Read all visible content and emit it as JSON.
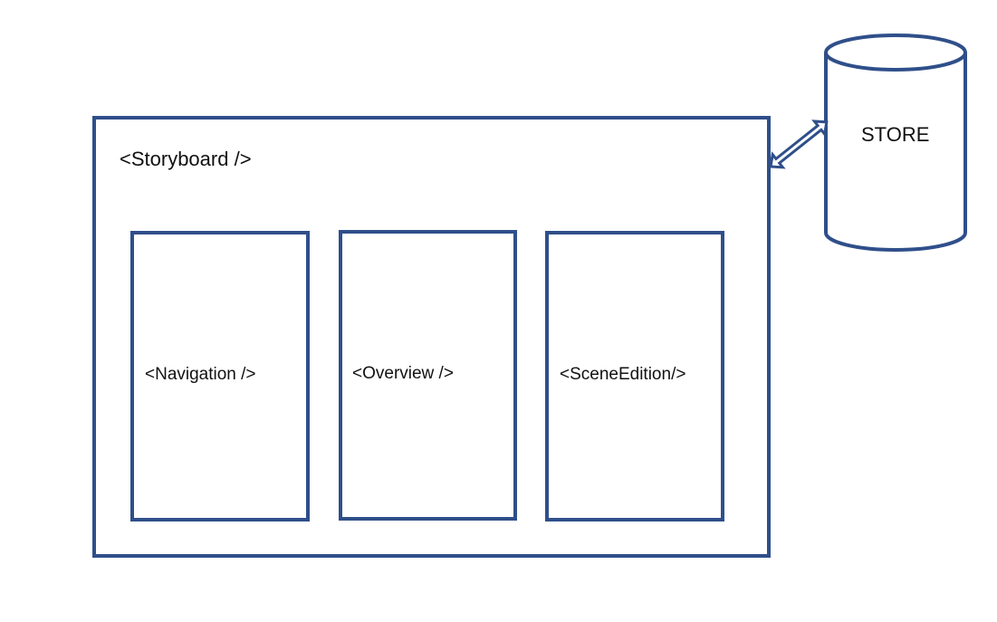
{
  "diagram": {
    "stroke_color": "#2f4f8a",
    "text_color": "#111111",
    "background": "#ffffff",
    "storyboard": {
      "label": "<Storyboard />"
    },
    "children": [
      {
        "id": "navigation",
        "label": "<Navigation />"
      },
      {
        "id": "overview",
        "label": "<Overview />"
      },
      {
        "id": "scene-edition",
        "label": "<SceneEdition/>"
      }
    ],
    "store": {
      "label": "STORE"
    },
    "connector": {
      "type": "bidirectional-arrow",
      "between": [
        "storyboard",
        "store"
      ]
    }
  }
}
